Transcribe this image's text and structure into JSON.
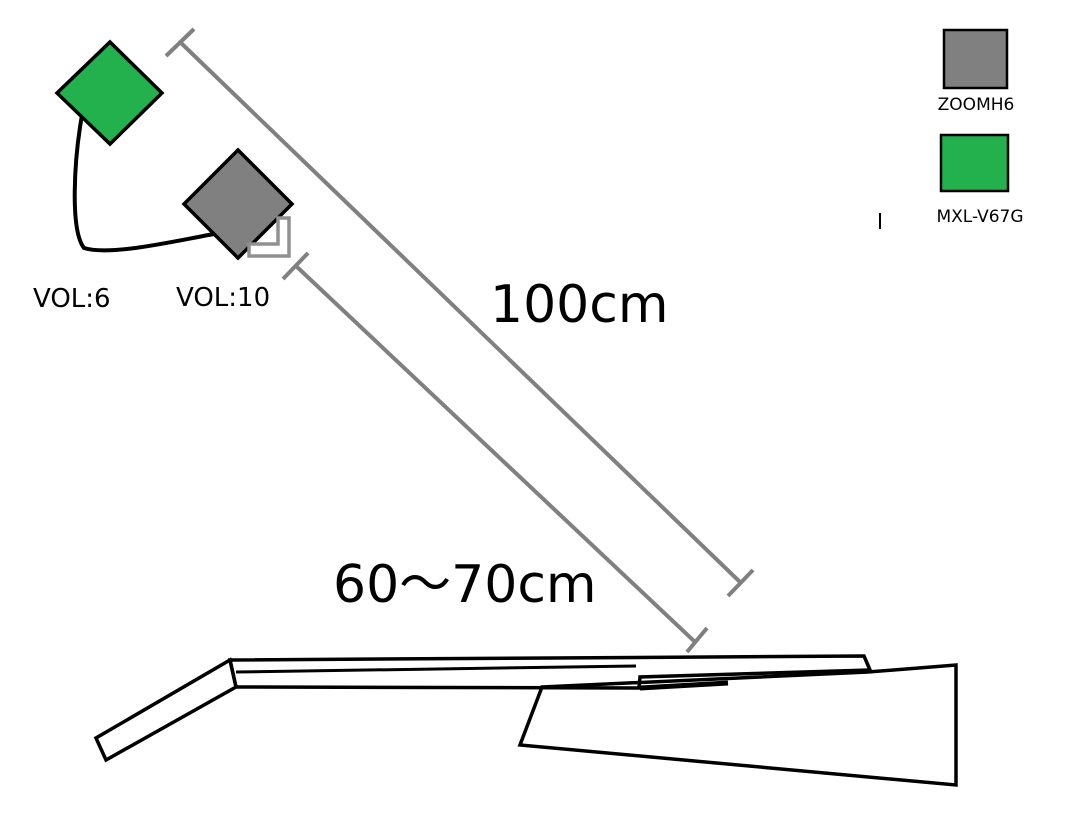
{
  "legend": {
    "items": [
      {
        "label": "ZOOMH6",
        "color": "#808080",
        "icon": "zoom-h6-recorder-square"
      },
      {
        "label": "MXL-V67G",
        "color": "#22b14c",
        "icon": "mxl-v67g-microphone-square"
      }
    ]
  },
  "devices": {
    "mic_volume": "VOL:6",
    "recorder_volume": "VOL:10",
    "mic_color": "#22b14c",
    "recorder_color": "#808080"
  },
  "measurements": {
    "long_distance": "100cm",
    "short_distance": "60～70cm",
    "line_color": "#808080"
  }
}
